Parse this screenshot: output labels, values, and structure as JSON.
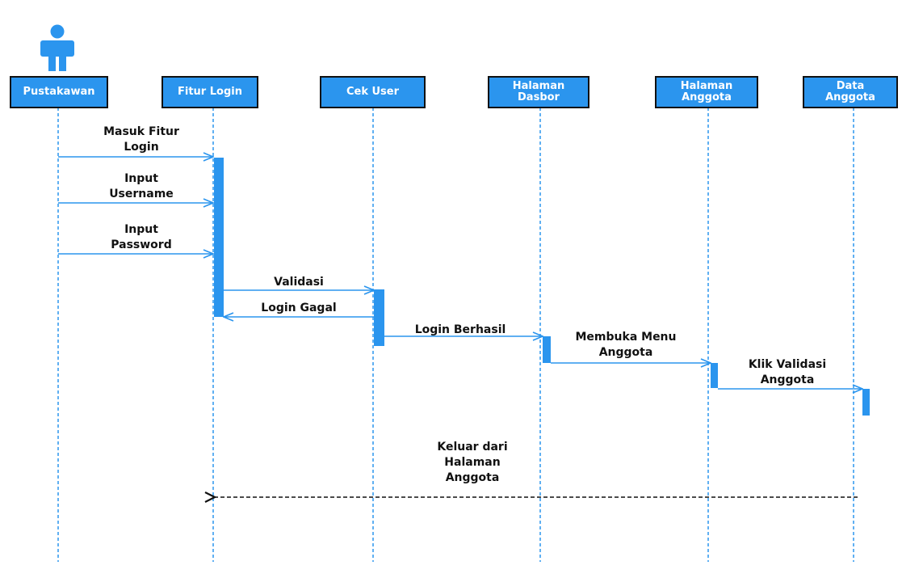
{
  "colors": {
    "participant_fill": "#2b95ee",
    "lifeline": "#2b95ee",
    "activation": "#2b95ee",
    "arrow": "#2b95ee",
    "return_arrow": "#111111",
    "outline": "#111111"
  },
  "actor": {
    "icon": "person-icon"
  },
  "participants": [
    {
      "label": "Pustakawan"
    },
    {
      "label": "Fitur Login"
    },
    {
      "label": "Cek User"
    },
    {
      "label": "Halaman\nDasbor"
    },
    {
      "label": "Halaman\nAnggota"
    },
    {
      "label": "Data\nAnggota"
    }
  ],
  "messages": [
    {
      "label": "Masuk Fitur\nLogin",
      "from": "Pustakawan",
      "to": "Fitur Login",
      "kind": "call"
    },
    {
      "label": "Input\nUsername",
      "from": "Pustakawan",
      "to": "Fitur Login",
      "kind": "call"
    },
    {
      "label": "Input\nPassword",
      "from": "Pustakawan",
      "to": "Fitur Login",
      "kind": "call"
    },
    {
      "label": "Validasi",
      "from": "Fitur Login",
      "to": "Cek User",
      "kind": "call"
    },
    {
      "label": "Login Gagal",
      "from": "Cek User",
      "to": "Fitur Login",
      "kind": "call"
    },
    {
      "label": "Login Berhasil",
      "from": "Cek User",
      "to": "Halaman\nDasbor",
      "kind": "call"
    },
    {
      "label": "Membuka Menu\nAnggota",
      "from": "Halaman\nDasbor",
      "to": "Halaman\nAnggota",
      "kind": "call"
    },
    {
      "label": "Klik Validasi\nAnggota",
      "from": "Halaman\nAnggota",
      "to": "Data\nAnggota",
      "kind": "call"
    },
    {
      "label": "Keluar dari\nHalaman\nAnggota",
      "from": "Data\nAnggota",
      "to": "Fitur Login",
      "kind": "return"
    }
  ]
}
